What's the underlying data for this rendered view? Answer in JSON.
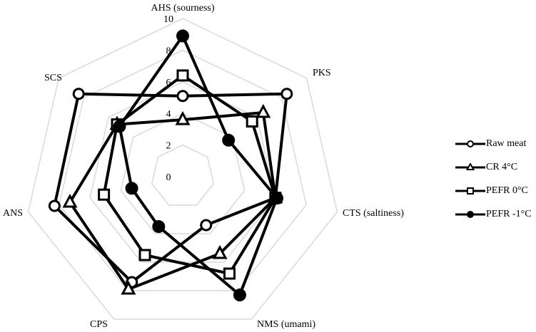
{
  "chart_data": {
    "type": "radar",
    "title": "",
    "axes": [
      "AHS (sourness)",
      "PKS",
      "CTS (saltiness)",
      "NMS (umami)",
      "CPS",
      "ANS",
      "SCS"
    ],
    "rlim": [
      0,
      10
    ],
    "ticks": [
      0,
      2,
      4,
      6,
      8,
      10
    ],
    "grid": true,
    "legend_position": "right",
    "series": [
      {
        "name": "Raw meat",
        "marker": "circle-open",
        "values": [
          5.1,
          8.4,
          6.0,
          3.4,
          7.4,
          8.3,
          8.4
        ]
      },
      {
        "name": "CR 4°C",
        "marker": "triangle-open",
        "values": [
          3.6,
          6.5,
          6.0,
          5.4,
          7.9,
          7.3,
          5.3
        ]
      },
      {
        "name": "PEFR 0°C",
        "marker": "square-open",
        "values": [
          6.4,
          5.6,
          6.0,
          6.8,
          5.5,
          5.1,
          5.3
        ]
      },
      {
        "name": "PEFR -1°C",
        "marker": "circle-filled",
        "values": [
          8.9,
          3.7,
          6.1,
          8.3,
          3.5,
          3.3,
          5.1
        ]
      }
    ]
  },
  "colors": {
    "line": "#000000",
    "grid": "#d9d9d9"
  }
}
